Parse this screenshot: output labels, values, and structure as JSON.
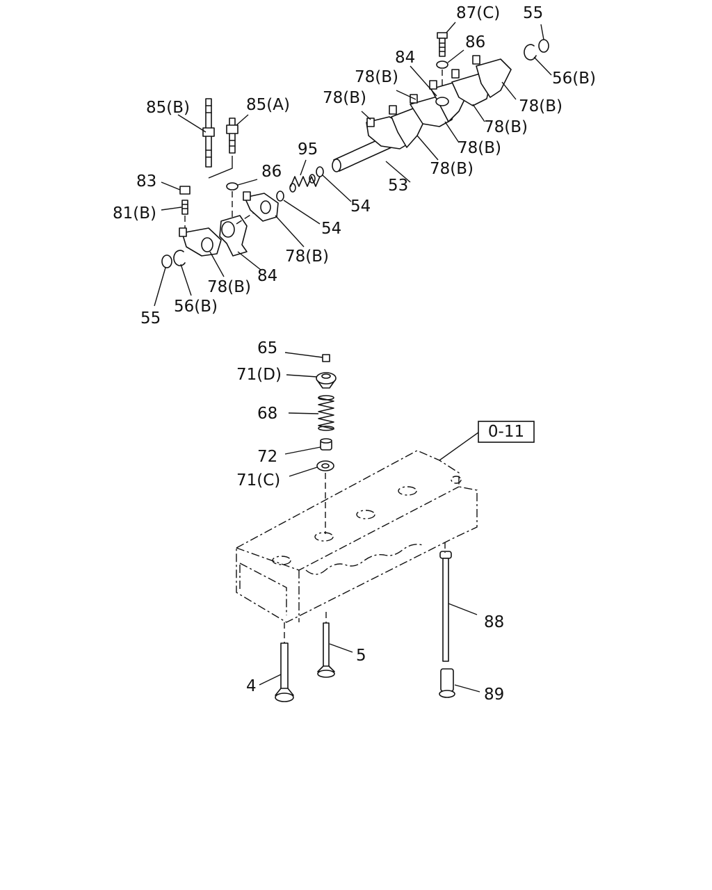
{
  "diagram": {
    "reference_box": "0-11",
    "callouts": {
      "c87c": "87(C)",
      "c55_top": "55",
      "c86_top": "86",
      "c84_top": "84",
      "c78b_1": "78(B)",
      "c56b_top": "56(B)",
      "c78b_2": "78(B)",
      "c78b_3": "78(B)",
      "c85b": "85(B)",
      "c85a": "85(A)",
      "c78b_4": "78(B)",
      "c78b_5": "78(B)",
      "c95": "95",
      "c78b_6": "78(B)",
      "c86_mid": "86",
      "c83": "83",
      "c53": "53",
      "c54_a": "54",
      "c81b": "81(B)",
      "c54_b": "54",
      "c78b_7": "78(B)",
      "c84_bot": "84",
      "c78b_8": "78(B)",
      "c56b_bot": "56(B)",
      "c55_bot": "55",
      "c65": "65",
      "c71d": "71(D)",
      "c68": "68",
      "c72": "72",
      "c71c": "71(C)",
      "c88": "88",
      "c5": "5",
      "c4": "4",
      "c89": "89"
    }
  }
}
